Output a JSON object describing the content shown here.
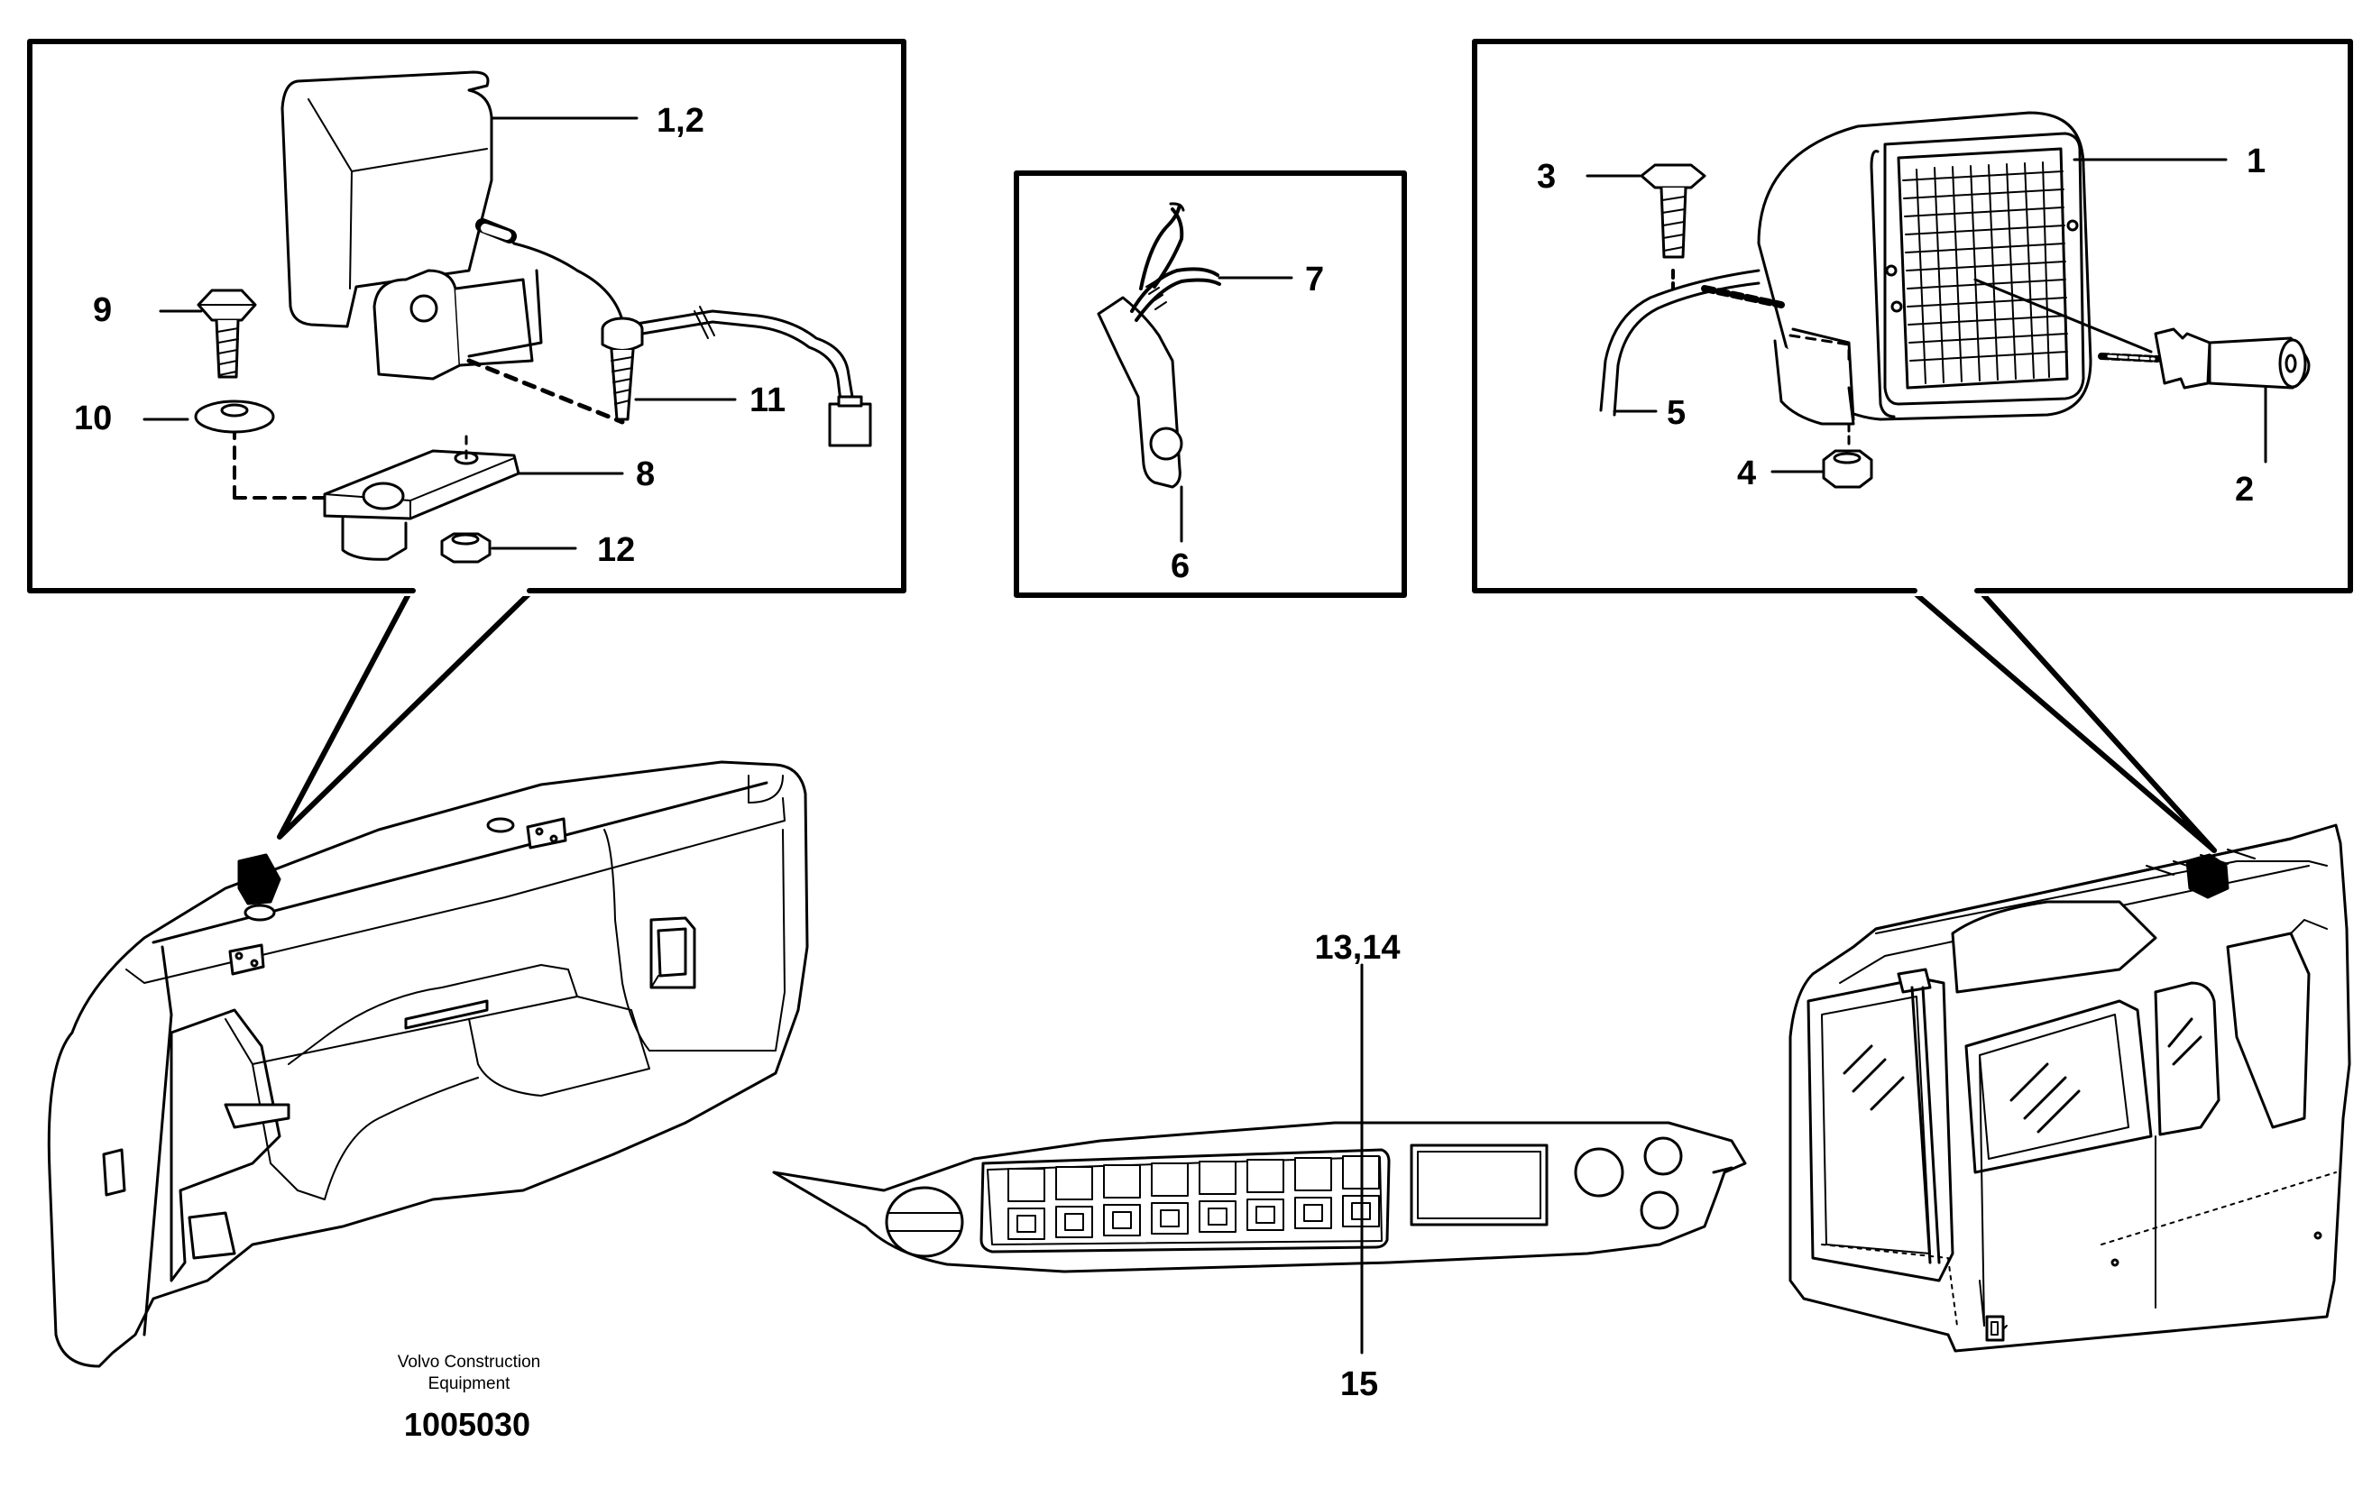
{
  "callouts": {
    "c1_2": "1,2",
    "c9": "9",
    "c10": "10",
    "c11": "11",
    "c8": "8",
    "c12": "12",
    "c7": "7",
    "c6": "6",
    "c3": "3",
    "c1": "1",
    "c5": "5",
    "c4": "4",
    "c2": "2",
    "c13_14": "13,14",
    "c15": "15"
  },
  "footer": {
    "brand_line1": "Volvo Construction",
    "brand_line2": "Equipment",
    "drawing_number": "1005030"
  }
}
